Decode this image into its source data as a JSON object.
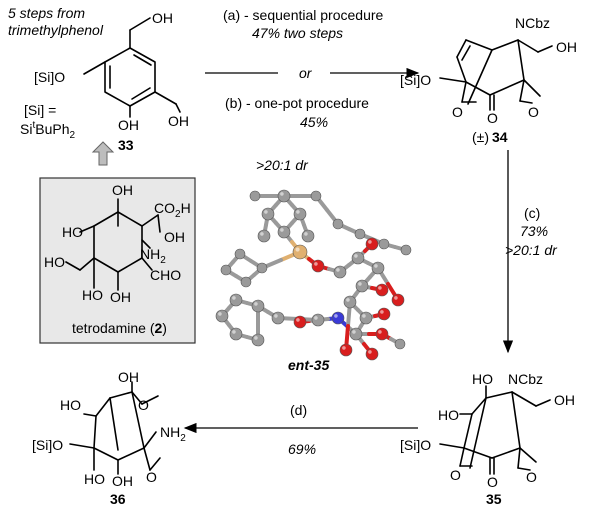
{
  "top_left_note": [
    "5 steps from",
    "trimethylphenol"
  ],
  "compounds": {
    "c33": {
      "number": "33",
      "groups": {
        "oh_top": "OH",
        "osi": "[Si]O",
        "oh_a": "OH",
        "oh_b": "OH",
        "si_def_1": "[Si] =",
        "si_def_2_pre": "Si",
        "si_def_2_sup": "t",
        "si_def_2_post": "BuPh",
        "si_def_2_sub": "2"
      }
    },
    "c34": {
      "label_prefix": "(±)",
      "number": "34",
      "groups": {
        "ncbz": "NCbz",
        "oh": "OH",
        "osi": "[Si]O",
        "o_epox_l": "O",
        "o_keto": "O",
        "o_epox_r": "O"
      }
    },
    "c35": {
      "number": "35",
      "groups": {
        "ho_top": "HO",
        "ncbz": "NCbz",
        "ho_left": "HO",
        "oh": "OH",
        "osi": "[Si]O",
        "o_epox_l": "O",
        "o_keto": "O",
        "o_epox_r": "O"
      }
    },
    "c36": {
      "number": "36",
      "groups": {
        "oh_top": "OH",
        "ho_left": "HO",
        "o_bridge": "O",
        "nh2": "NH",
        "nh2_sub": "2",
        "osi": "[Si]O",
        "ho_bottom": "HO",
        "oh_bottom": "OH",
        "o_epox": "O"
      }
    },
    "tetrodamine": {
      "name": "tetrodamine (",
      "number": "2",
      "name_end": ")",
      "groups": {
        "oh_top": "OH",
        "co2h": "CO",
        "co2h_sub": "2",
        "co2h_end": "H",
        "ho_left": "HO",
        "oh_right": "OH",
        "nh2": "NH",
        "nh2_sub": "2",
        "ho_ch2": "HO",
        "cho": "CHO",
        "ho_bottom": "HO",
        "oh_bottom": "OH"
      }
    }
  },
  "steps": {
    "a_line1": "(a) - sequential procedure",
    "a_line2": "47% two steps",
    "or": "or",
    "b_line1": "(b) - one-pot procedure",
    "b_line2": "45%",
    "c_label": "(c)",
    "c_yield": "73%",
    "c_dr": ">20:1 dr",
    "d_label": "(d)",
    "d_yield": "69%"
  },
  "crystal": {
    "dr": ">20:1 dr",
    "label": "ent-35"
  },
  "colors": {
    "box_fill": "#e8e8e8",
    "box_stroke": "#333333",
    "carbon": "#9a9a9a",
    "oxygen": "#d81e1e",
    "nitrogen": "#3a3ad6",
    "silicon": "#e0b070",
    "hydrogen": "#ffffff"
  }
}
